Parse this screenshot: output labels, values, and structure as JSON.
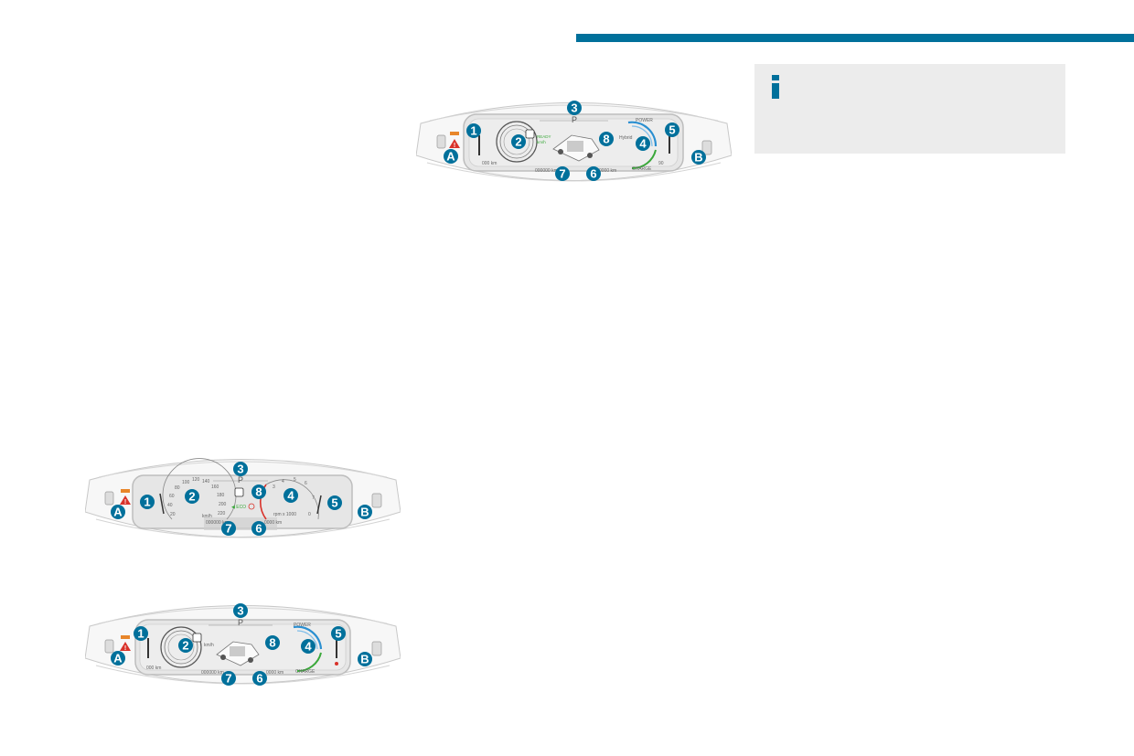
{
  "colors": {
    "accent": "#00709b",
    "info_bg": "#ececec",
    "green": "#3aa83a",
    "orange": "#e8862a",
    "red": "#d9322a"
  },
  "info_box": {
    "icon": "info-icon"
  },
  "clusters": [
    {
      "variant": "hybrid-top",
      "gear": "P",
      "green_text_1": "READY",
      "green_text_2": "km/h",
      "mode_text": "Hybrid",
      "power_label": "POWER",
      "charge_label": "CHARGE",
      "odometer_left": "000000 km",
      "odometer_right": "0000 km",
      "range_left": "000 km",
      "range_right": "90",
      "callouts": {
        "c1": "1",
        "c2": "2",
        "c3": "3",
        "c4": "4",
        "c5": "5",
        "c6": "6",
        "c7": "7",
        "c8": "8",
        "cA": "A",
        "cB": "B"
      }
    },
    {
      "variant": "thermal",
      "gear": "P",
      "speed_ticks": [
        "20",
        "40",
        "60",
        "80",
        "100",
        "120",
        "140",
        "160",
        "180",
        "200",
        "220"
      ],
      "rpm_ticks": [
        "0",
        "1",
        "2",
        "3",
        "4",
        "5",
        "6",
        "7"
      ],
      "speed_unit": "km/h",
      "rpm_unit": "rpm x 1000",
      "odometer_left": "000000 km",
      "odometer_right": "0000 km",
      "callouts": {
        "c1": "1",
        "c2": "2",
        "c3": "3",
        "c4": "4",
        "c5": "5",
        "c6": "6",
        "c7": "7",
        "c8": "8",
        "cA": "A",
        "cB": "B"
      }
    },
    {
      "variant": "hybrid-bottom",
      "gear": "P",
      "speed_unit": "km/h",
      "power_label": "POWER",
      "charge_label": "CHARGE",
      "odometer_left": "000000 km",
      "odometer_right": "0000 km",
      "range_left": "000 km",
      "callouts": {
        "c1": "1",
        "c2": "2",
        "c3": "3",
        "c4": "4",
        "c5": "5",
        "c6": "6",
        "c7": "7",
        "c8": "8",
        "cA": "A",
        "cB": "B"
      }
    }
  ]
}
